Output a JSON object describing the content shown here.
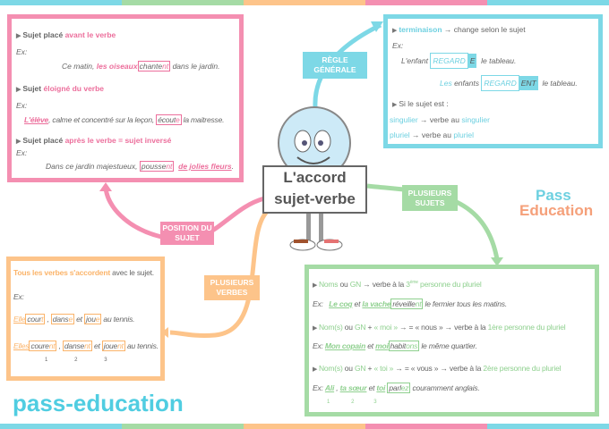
{
  "colors": {
    "pink": "#ec6f9c",
    "cyan": "#6dd0e0",
    "green": "#8fd08f",
    "orange": "#fbb46a"
  },
  "center": {
    "title1": "L'accord",
    "title2": "sujet-verbe"
  },
  "tags": {
    "regle": "RÈGLE GÉNÉRALE",
    "sujets": "PLUSIEURS SUJETS",
    "position": "POSITION DU SUJET",
    "verbes": "PLUSIEURS VERBES"
  },
  "logo": {
    "line1": "Pass",
    "line2": "Education"
  },
  "watermark": "pass-education",
  "position": {
    "s1_a": "Sujet placé ",
    "s1_b": "avant le verbe",
    "ex": "Ex:",
    "e1_a": "Ce matin, ",
    "e1_s": "les oiseaux",
    "e1_v": "chante",
    "e1_t": "nt",
    "e1_c": " dans le jardin.",
    "s2_a": "Sujet ",
    "s2_b": "éloigné du verbe",
    "e2_s": "L'élève",
    "e2_a": ", calme et concentré sur la leçon, ",
    "e2_v": "écout",
    "e2_t": "e",
    "e2_c": " la maitresse.",
    "s3_a": "Sujet placé ",
    "s3_b": "après le verbe = sujet inversé",
    "e3_a": "Dans ce jardin majestueux, ",
    "e3_v": "pousse",
    "e3_t": "nt",
    "e3_s": "de jolies fleurs",
    "e3_c": "."
  },
  "regle": {
    "r1_a": "terminaison",
    "r1_b": " → change selon le sujet",
    "ex": "Ex:",
    "e1_a": "L'enfant",
    "e1_v": "REGARD",
    "e1_t": "E",
    "e1_c": "le tableau.",
    "e2_a": "Les",
    "e2_b": " enfants",
    "e2_v": "REGARD",
    "e2_t": "ENT",
    "e2_c": "le tableau.",
    "r2": "Si le sujet est :",
    "r3_a": "singulier",
    "r3_b": " → verbe au ",
    "r3_c": "singulier",
    "r4_a": "pluriel",
    "r4_b": " → verbe au ",
    "r4_c": "pluriel"
  },
  "sujets": {
    "l1_a": "Noms",
    "l1_b": " ou ",
    "l1_c": "GN",
    "l1_d": " →  verbe à la ",
    "l1_e": "3",
    "l1_sup": "ème",
    "l1_f": " personne du pluriel",
    "ex": "Ex:",
    "e1_s1": "Le coq",
    "e1_a": " et ",
    "e1_s2": "la vache",
    "e1_v": "réveille",
    "e1_t": "nt",
    "e1_c": " le fermier tous les matins.",
    "l2_a": "Nom(s)",
    "l2_b": " ou ",
    "l2_c": "GN",
    "l2_d": " + ",
    "l2_e": "« moi »",
    "l2_f": " → = « nous » → verbe à la ",
    "l2_g": "1ère personne du pluriel",
    "e2_s1": "Mon copain",
    "e2_a": " et ",
    "e2_s2": "moi",
    "e2_v": "habit",
    "e2_t": "ons",
    "e2_c": " le même quartier.",
    "l3_a": "Nom(s)",
    "l3_b": " ou ",
    "l3_c": "GN",
    "l3_d": " + ",
    "l3_e": "« toi »",
    "l3_f": " → = « vous » →  verbe à la ",
    "l3_g": "2ère personne du pluriel",
    "e3_s1": "Ali",
    "e3_a": " , ",
    "e3_s2": "ta sœur",
    "e3_b": " et ",
    "e3_s3": "toi",
    "e3_v": "parl",
    "e3_t": "ez",
    "e3_c": " couramment anglais.",
    "n1": "1",
    "n2": "2",
    "n3": "3"
  },
  "verbes": {
    "l1_a": "Tous les verbes s'accordent",
    "l1_b": " avec le sujet.",
    "ex": "Ex:",
    "e1_s": "Elle",
    "e1_v1": "cour",
    "e1_t1": "t",
    "e1_v2": "dans",
    "e1_t2": "e",
    "e1_v3": "jou",
    "e1_t3": "e",
    "e1_c": " au tennis.",
    "e2_s": "Elles",
    "e2_v1": "coure",
    "e2_t1": "nt",
    "e2_v2": "danse",
    "e2_t2": "nt",
    "e2_v3": "joue",
    "e2_t3": "nt",
    "e2_c": " au tennis.",
    "sep1": " , ",
    "sep2": " et ",
    "n1": "1",
    "n2": "2",
    "n3": "3"
  }
}
